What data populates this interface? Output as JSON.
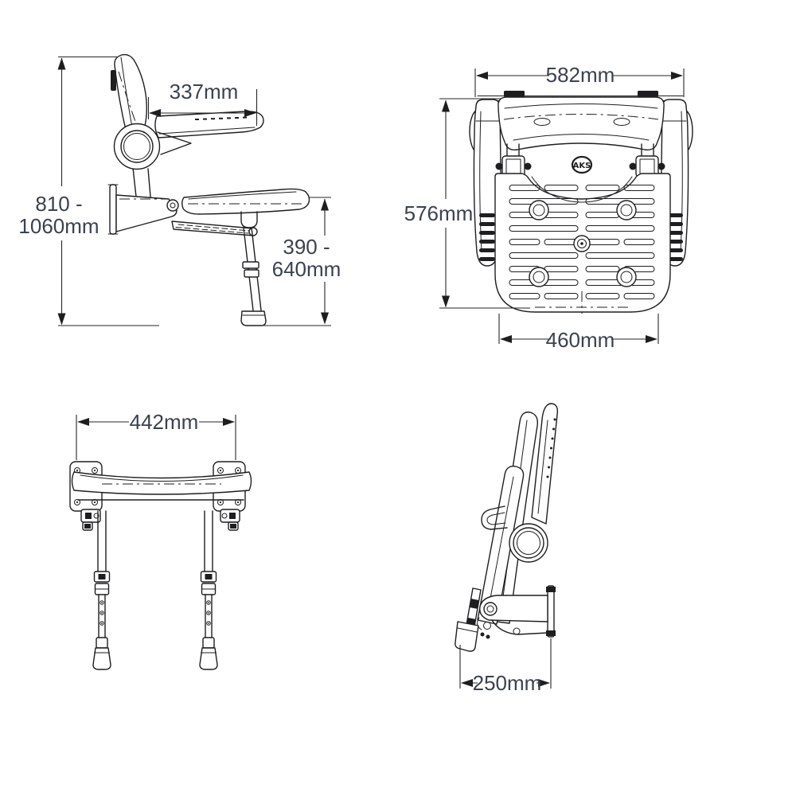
{
  "colors": {
    "background": "#ffffff",
    "line": "#1e1e20",
    "dimension_text": "#3b4150"
  },
  "views": {
    "side_open": {
      "dims": {
        "armrest_length": "337mm",
        "overall_height_line1": "810 -",
        "overall_height_line2": "1060mm",
        "seat_height_line1": "390 -",
        "seat_height_line2": "640mm"
      }
    },
    "top": {
      "logo_mark": "AKS",
      "dims": {
        "overall_width": "582mm",
        "overall_depth": "576mm",
        "seat_width": "460mm"
      }
    },
    "front_folded": {
      "dims": {
        "fixing_centres_width": "442mm"
      }
    },
    "side_folded": {
      "dims": {
        "folded_depth": "250mm"
      }
    }
  }
}
